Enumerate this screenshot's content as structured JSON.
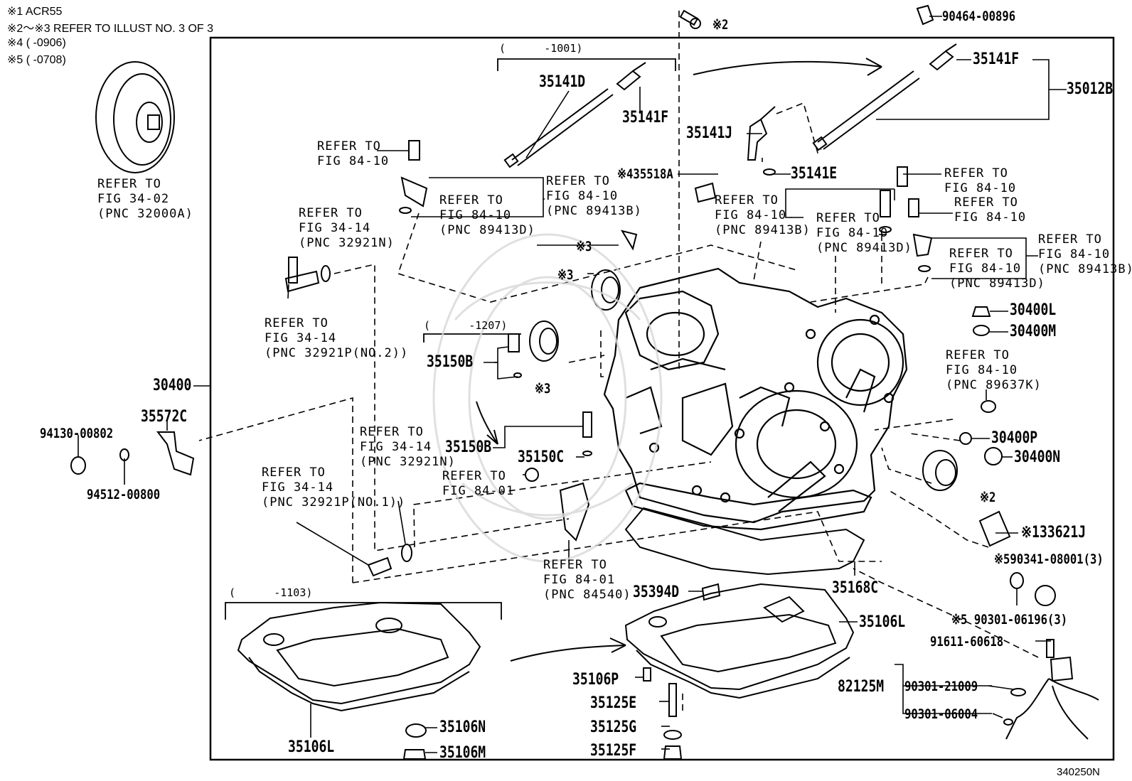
{
  "notes": [
    "※1 ACR55",
    "※2～※3 REFER TO ILLUST NO. 3 OF 3",
    "※4 (      -0906)",
    "※5 (      -0708)"
  ],
  "illustration_number": "340250N",
  "ranges": {
    "r1001": "(      -1001)",
    "r1207": "(      -1207)",
    "r1103": "(      -1103)"
  },
  "parts": {
    "p90464": "90464-00896",
    "p35141F_top": "35141F",
    "p35012B": "35012B",
    "p35141D": "35141D",
    "p35141F_left": "35141F",
    "p35141J": "35141J",
    "p35141E": "35141E",
    "p35518A": "※435518A",
    "p30400L": "30400L",
    "p30400M": "30400M",
    "p30400P": "30400P",
    "p30400N": "30400N",
    "p30400": "30400",
    "p35150B_top": "35150B",
    "p35150B_mid": "35150B",
    "p35150C": "35150C",
    "p35572C": "35572C",
    "p94130": "94130-00802",
    "p94512": "94512-00800",
    "p133621J": "※133621J",
    "p90341": "※590341-08001(3)",
    "p90301_06196": "※5 90301-06196(3)",
    "p91611": "91611-60618",
    "p82125M": "82125M",
    "p90301_21009": "90301-21009",
    "p90301_06004": "90301-06004",
    "p35168C": "35168C",
    "p35394D": "35394D",
    "p35106L_right": "35106L",
    "p35106L_left": "35106L",
    "p35106N": "35106N",
    "p35106M": "35106M",
    "p35106P": "35106P",
    "p35125E": "35125E",
    "p35125G": "35125G",
    "p35125F": "35125F",
    "ref_mark_2_top": "※2",
    "ref_mark_2_right": "※2",
    "ref_mark_3_a": "※3",
    "ref_mark_3_b": "※3",
    "ref_mark_3_c": "※3"
  },
  "refs": {
    "torque_converter": "REFER TO\nFIG 34-02\n(PNC 32000A)",
    "bolt_a": "REFER TO\nFIG 84-10",
    "sensor_a_outer": "REFER TO\nFIG 84-10\n(PNC 89413B)",
    "sensor_a_inner": "REFER TO\nFIG 84-10\n(PNC 89413D)",
    "hose_a": "REFER TO\nFIG 34-14\n(PNC 32921N)",
    "hose_b": "REFER TO\nFIG 34-14\n(PNC 32921P(NO.2))",
    "hose_c": "REFER TO\nFIG 34-14\n(PNC 32921N)",
    "hose_d": "REFER TO\nFIG 34-14\n(PNC 32921P(NO.1))",
    "bolt_b": "REFER TO\nFIG 84-01",
    "switch": "REFER TO\nFIG 84-01\n(PNC 84540)",
    "sensor_b_outer": "REFER TO\nFIG 84-10\n(PNC 89413B)",
    "sensor_b_inner": "REFER TO\nFIG 84-10\n(PNC 89413D)",
    "bolt_c": "REFER TO\nFIG 84-10",
    "bolt_d": "REFER TO\nFIG 84-10",
    "sensor_c_outer": "REFER TO\nFIG 84-10\n(PNC 89413B)",
    "sensor_c_inner": "REFER TO\nFIG 84-10\n(PNC 89413D)",
    "sensor_d": "REFER TO\nFIG 84-10\n(PNC 89637K)"
  }
}
